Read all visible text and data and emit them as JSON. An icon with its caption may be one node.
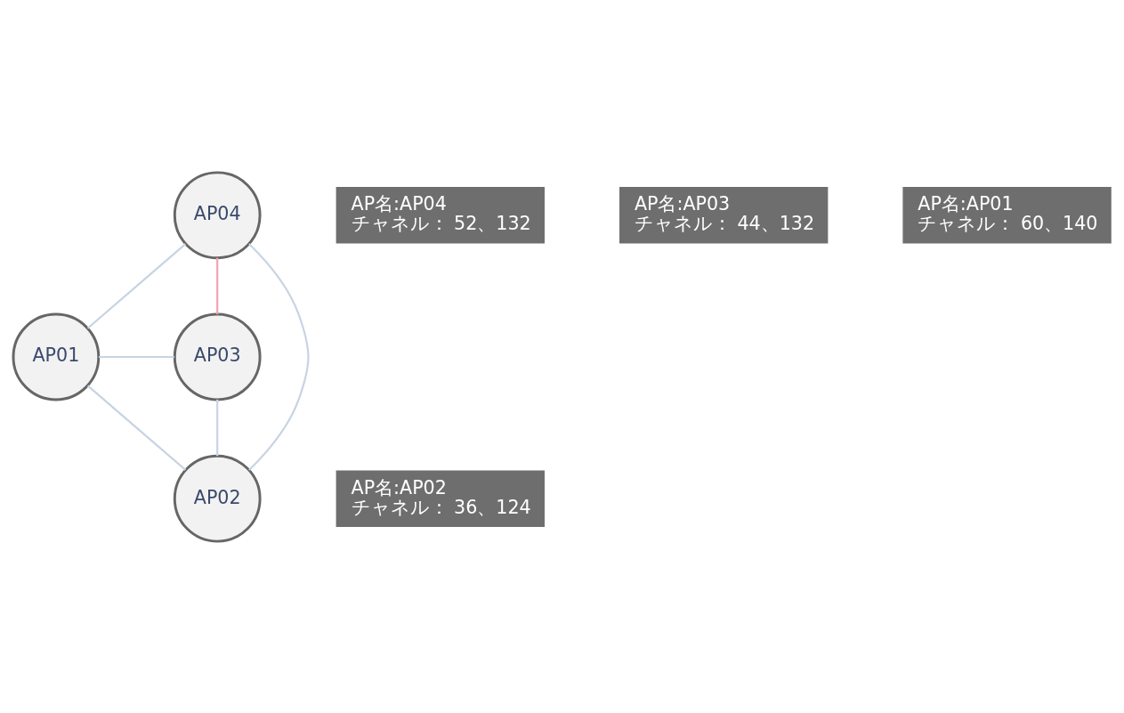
{
  "diagram": {
    "nodes": [
      {
        "text": [
          "AP04"
        ]
      },
      {
        "text": [
          "AP名:AP04",
          "チャネル： 52、132"
        ]
      },
      {
        "text": [
          "AP01"
        ]
      },
      {
        "text": [
          "AP03"
        ]
      },
      {
        "text": [
          "AP名:AP03",
          "チャネル： 44、132"
        ]
      },
      {
        "text": [
          "AP名:AP01",
          "チャネル： 60、140"
        ]
      },
      {
        "text": [
          "AP02"
        ]
      },
      {
        "text": [
          "AP名:AP02",
          "チャネル： 36、124"
        ]
      }
    ],
    "edges": [
      {
        "from": 0,
        "to": 2,
        "arrow": "none"
      },
      {
        "from": 0,
        "to": 6,
        "arrow": "none"
      },
      {
        "from": 0,
        "to": 3,
        "arrow": "none",
        "color": "#f4a3b4"
      },
      {
        "from": 2,
        "to": 3,
        "arrow": "none"
      },
      {
        "from": 2,
        "to": 6,
        "arrow": "none"
      },
      {
        "from": 3,
        "to": 6,
        "arrow": "none"
      }
    ]
  }
}
